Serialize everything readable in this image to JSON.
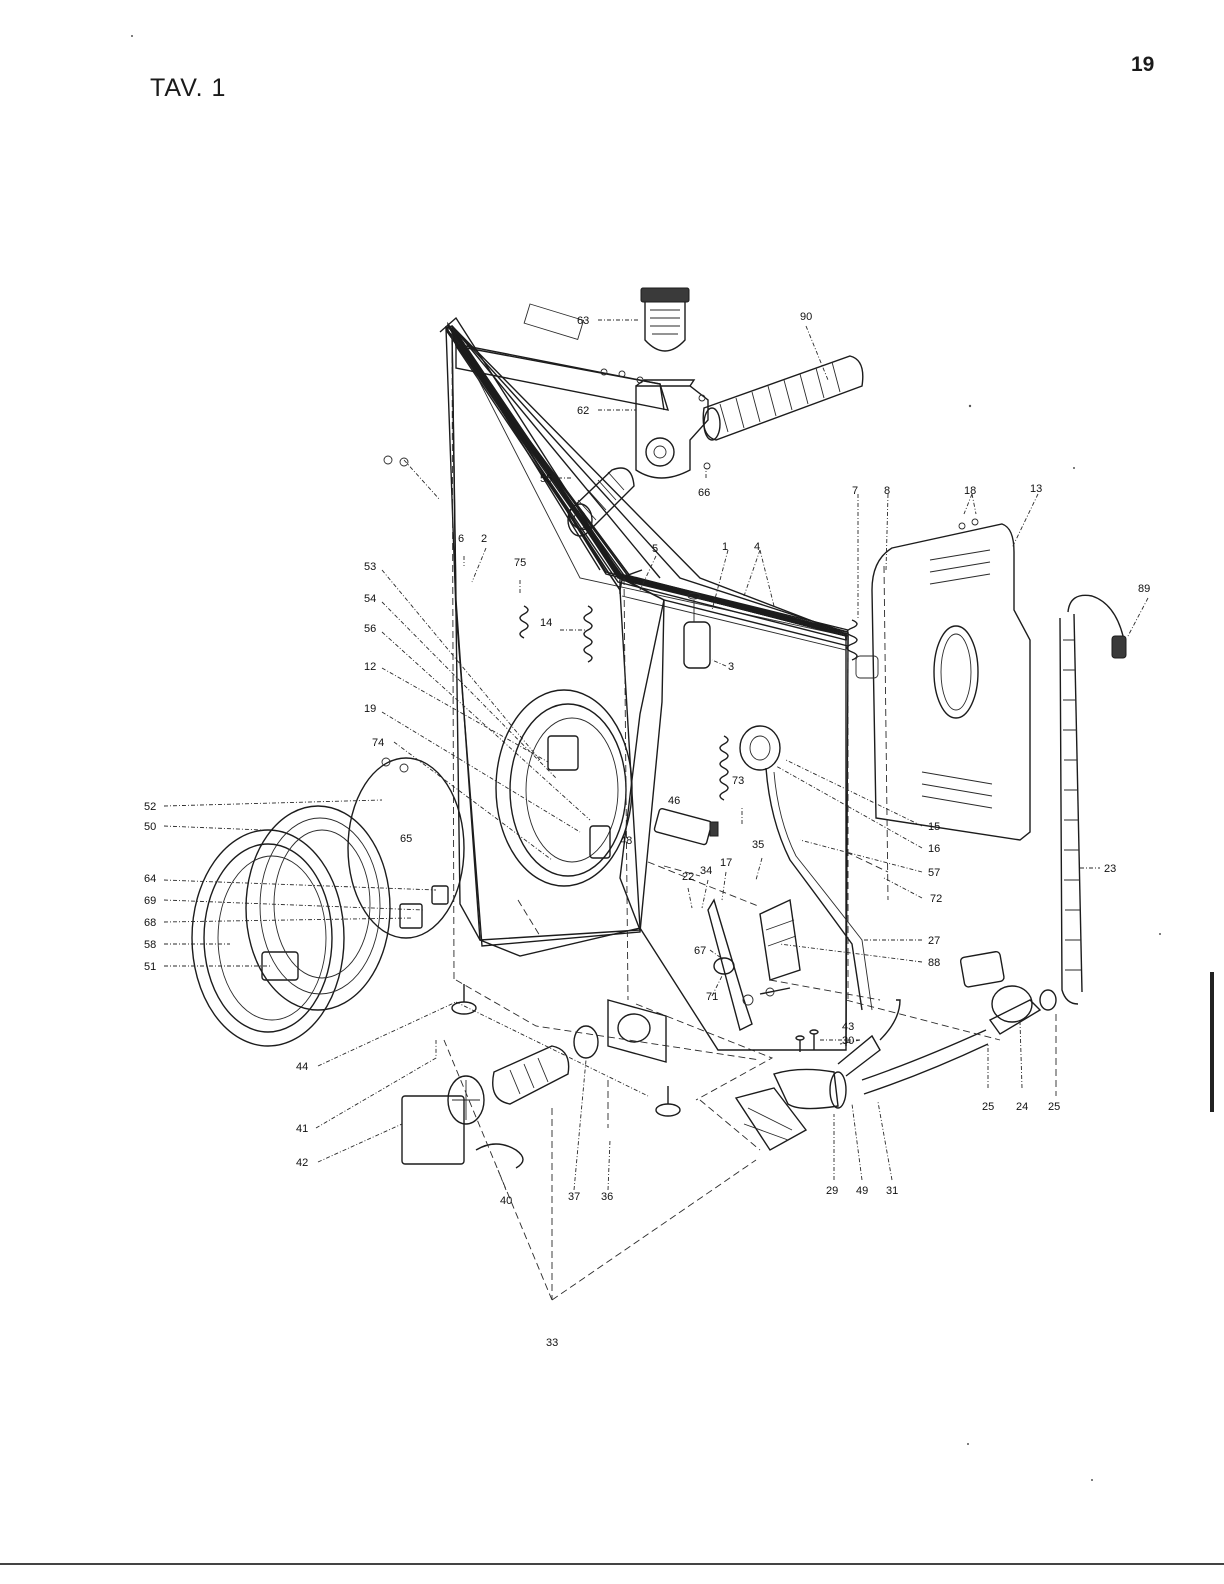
{
  "page": {
    "title": "TAV. 1",
    "number": "19"
  },
  "callouts": {
    "c1": "1",
    "c2": "2",
    "c3": "3",
    "c4": "4",
    "c5": "5",
    "c6": "6",
    "c7": "7",
    "c8": "8",
    "c12": "12",
    "c13": "13",
    "c14": "14",
    "c15": "15",
    "c16": "16",
    "c17": "17",
    "c18": "18",
    "c19": "19",
    "c22": "22",
    "c23": "23",
    "c24": "24",
    "c25a": "25",
    "c25b": "25",
    "c27": "27",
    "c29": "29",
    "c30": "30",
    "c31": "31",
    "c33": "33",
    "c34": "34",
    "c35": "35",
    "c36": "36",
    "c37": "37",
    "c40": "40",
    "c41": "41",
    "c42": "42",
    "c43": "43",
    "c44": "44",
    "c46": "46",
    "c48": "48",
    "c49": "49",
    "c50": "50",
    "c51": "51",
    "c52": "52",
    "c53": "53",
    "c54": "54",
    "c55": "55",
    "c56": "56",
    "c57": "57",
    "c58": "58",
    "c62": "62",
    "c63": "63",
    "c64": "64",
    "c65": "65",
    "c66": "66",
    "c67": "67",
    "c68": "68",
    "c69": "69",
    "c71": "71",
    "c72": "72",
    "c73": "73",
    "c74": "74",
    "c75": "75",
    "c88": "88",
    "c89": "89",
    "c90": "90"
  }
}
